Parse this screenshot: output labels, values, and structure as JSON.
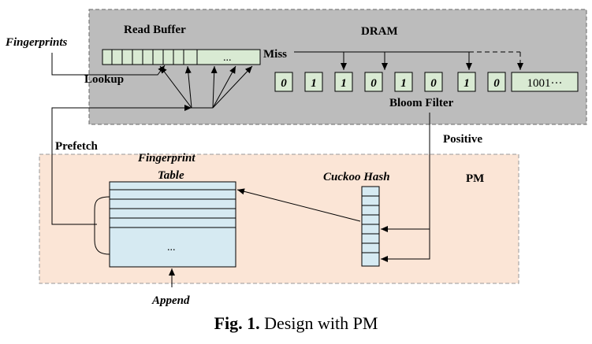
{
  "regions": {
    "dram_label": "DRAM",
    "pm_label": "PM",
    "dram_fill": "#bcbcbc",
    "pm_fill": "#fbe5d6"
  },
  "read_buffer": {
    "label": "Read Buffer",
    "ellipsis": "...",
    "fill": "#d9ead3"
  },
  "bloom_filter": {
    "label": "Bloom Filter",
    "bits": [
      "0",
      "1",
      "1",
      "0",
      "1",
      "0",
      "1",
      "0"
    ],
    "tail": "1001···",
    "fill": "#d9ead3"
  },
  "fingerprint_table": {
    "label_line1": "Fingerprint",
    "label_line2": "Table",
    "ellipsis": "...",
    "fill": "#d6eaf2"
  },
  "cuckoo_hash": {
    "label": "Cuckoo Hash",
    "fill": "#d6eaf2"
  },
  "labels": {
    "fingerprints": "Fingerprints",
    "lookup": "Lookup",
    "miss": "Miss",
    "prefetch": "Prefetch",
    "positive": "Positive",
    "append": "Append"
  },
  "caption": {
    "prefix": "Fig. 1.",
    "text": "Design with PM"
  }
}
